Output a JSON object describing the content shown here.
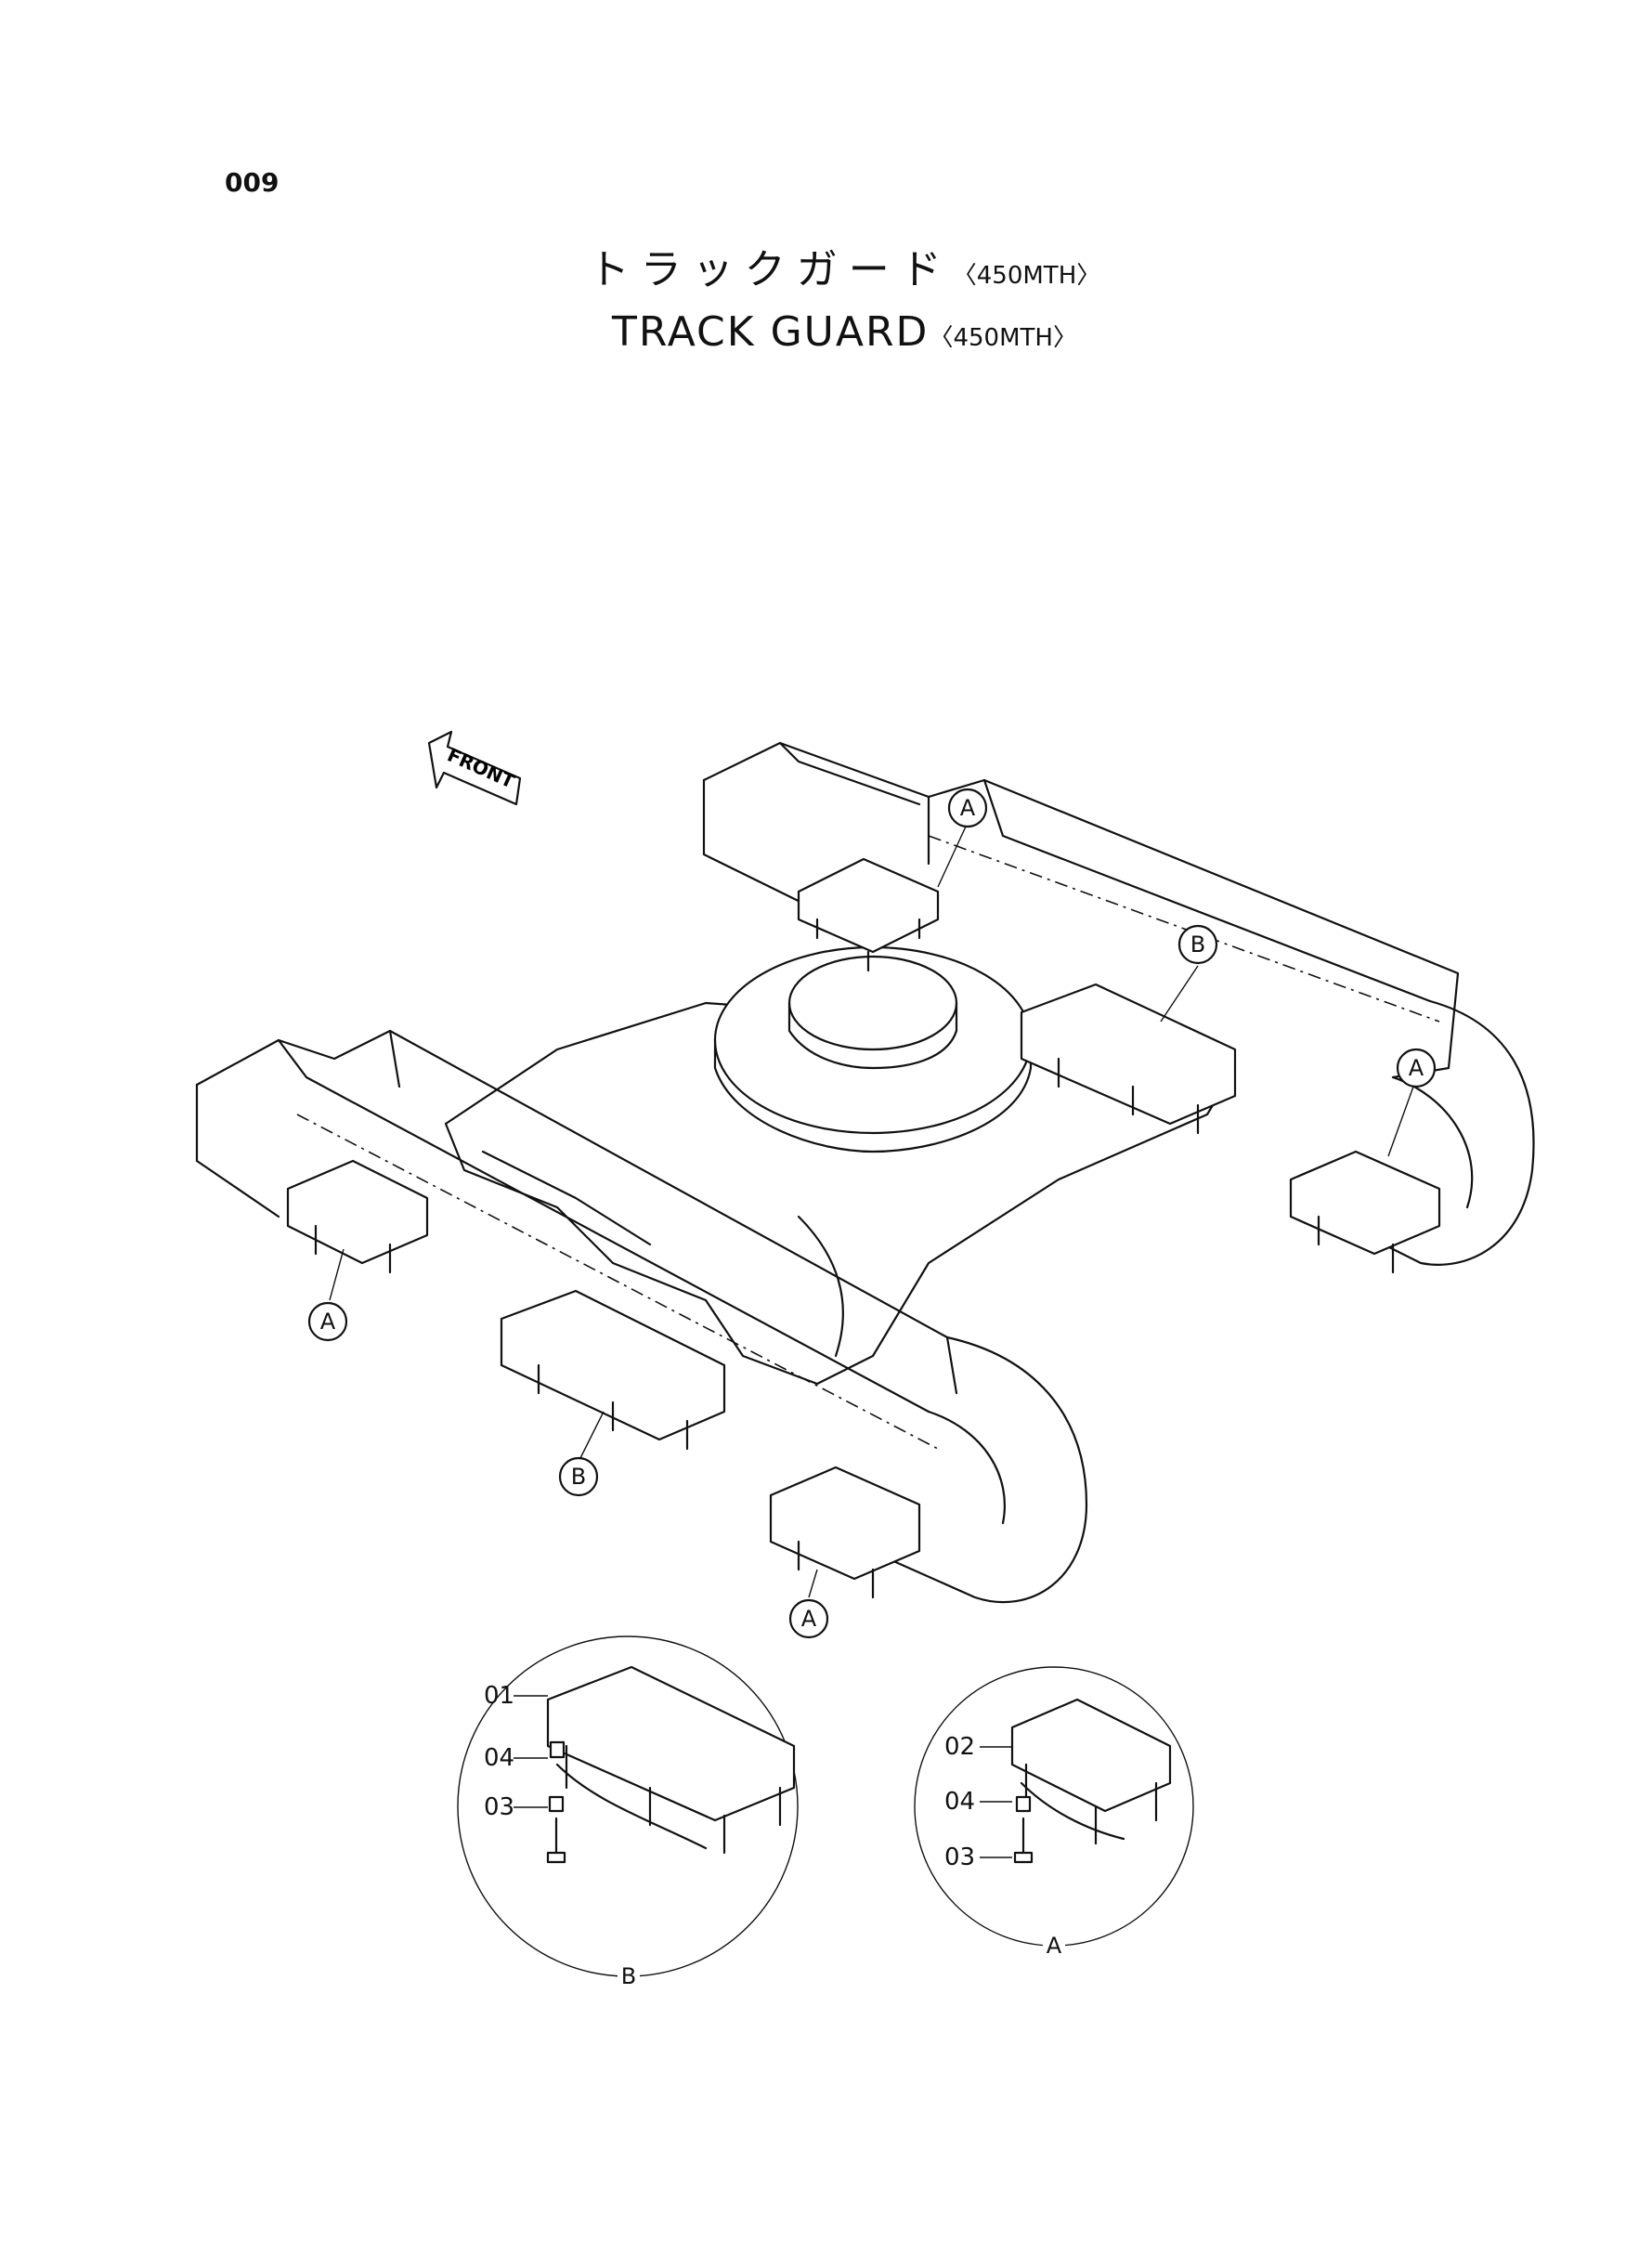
{
  "page_number": "009",
  "title": {
    "japanese": "トラックガード",
    "english": "TRACK GUARD",
    "model": "〈450MTH〉"
  },
  "front_arrow_label": "FRONT",
  "callouts": {
    "a1": "A",
    "a2": "A",
    "a3": "A",
    "a4": "A",
    "b1": "B",
    "b2": "B"
  },
  "detail_b": {
    "label": "B",
    "parts": [
      "01",
      "04",
      "03"
    ]
  },
  "detail_a": {
    "label": "A",
    "parts": [
      "02",
      "04",
      "03"
    ]
  }
}
